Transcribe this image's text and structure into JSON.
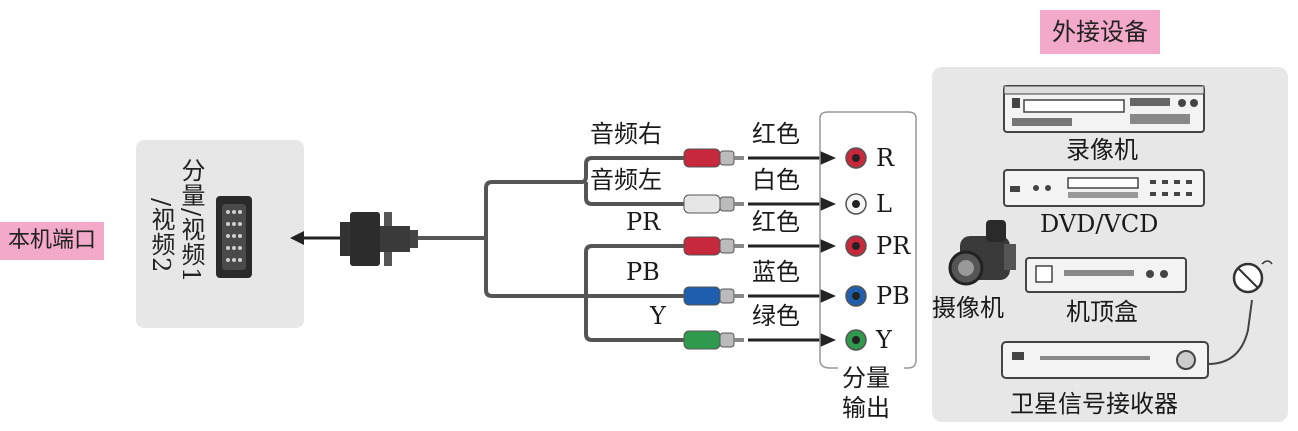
{
  "local_port": {
    "tag": "本机端口",
    "port_label_line1": "分量/视频1",
    "port_label_line2": "/视频2"
  },
  "cables": [
    {
      "signal": "音频右",
      "color_name": "红色",
      "jack": "R",
      "plug_color": "#c8283c"
    },
    {
      "signal": "音频左",
      "color_name": "白色",
      "jack": "L",
      "plug_color": "#e6e6e6"
    },
    {
      "signal": "PR",
      "color_name": "红色",
      "jack": "PR",
      "plug_color": "#c8283c"
    },
    {
      "signal": "PB",
      "color_name": "蓝色",
      "jack": "PB",
      "plug_color": "#1d5fae"
    },
    {
      "signal": "Y",
      "color_name": "绿色",
      "jack": "Y",
      "plug_color": "#2f9a4e"
    }
  ],
  "output_label": {
    "line1": "分量",
    "line2": "输出"
  },
  "external": {
    "tag": "外接设备",
    "devices": {
      "vcr": "录像机",
      "dvd": "DVD/VCD",
      "camcorder": "摄像机",
      "stb": "机顶盒",
      "satellite": "卫星信号接收器"
    }
  }
}
